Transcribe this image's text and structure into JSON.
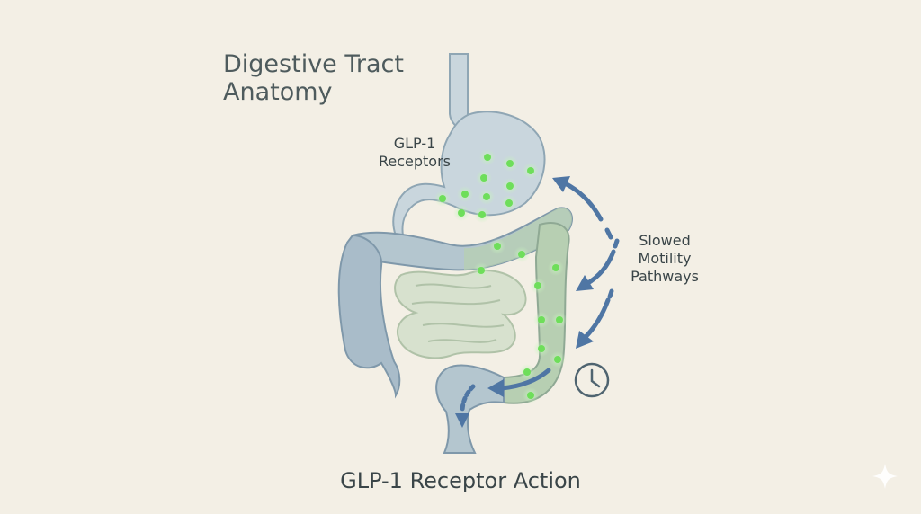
{
  "diagram": {
    "title": "Digestive Tract Anatomy",
    "receptor_label": "GLP-1 Receptors",
    "motility_label": "Slowed Motility Pathways",
    "caption": "GLP-1 Receptor Action"
  },
  "colors": {
    "background": "#f3efe5",
    "organ_fill": "#c9d6dd",
    "organ_stroke": "#8fa6b4",
    "colon_fill": "#a9bcc9",
    "colon_stroke": "#7f98aa",
    "small_intestine_fill": "#d4e0cc",
    "small_intestine_stroke": "#a9bea2",
    "receptor_green": "#6ede5a",
    "receptor_glow": "#c7f2bd",
    "arrow": "#4f76a4"
  },
  "icons": {
    "receptor": "receptor-dot-icon",
    "arrow": "motility-arrow-icon",
    "clock": "clock-icon",
    "sparkle": "sparkle-icon"
  }
}
